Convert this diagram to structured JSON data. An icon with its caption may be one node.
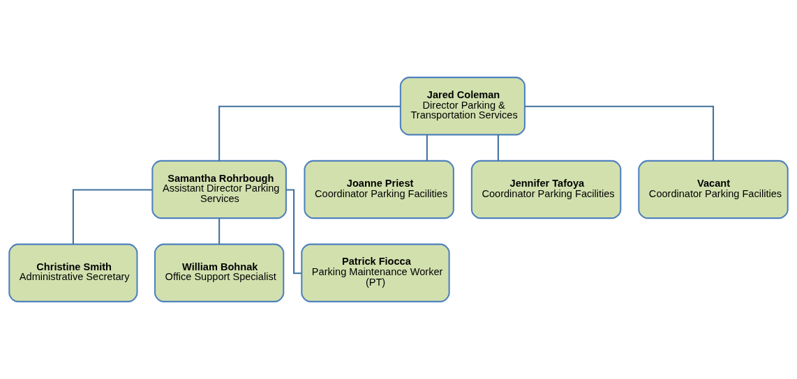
{
  "diagram": {
    "nodes": [
      {
        "text": [
          "Jared Coleman",
          "Director Parking & Transportation Services"
        ]
      },
      {
        "text": [
          "Samantha Rohrbough",
          "Assistant Director Parking Services"
        ]
      },
      {
        "text": [
          "Joanne Priest",
          "Coordinator Parking Facilities"
        ]
      },
      {
        "text": [
          "Jennifer Tafoya",
          "Coordinator Parking Facilities"
        ]
      },
      {
        "text": [
          "Vacant",
          "Coordinator Parking Facilities"
        ]
      },
      {
        "text": [
          "Christine Smith",
          "Administrative Secretary"
        ]
      },
      {
        "text": [
          "William Bohnak",
          "Office Support Specialist"
        ]
      },
      {
        "text": [
          "Patrick Fiocca",
          "Parking Maintenance Worker (PT)"
        ]
      }
    ],
    "edges": [
      {
        "from": 0,
        "to": 1,
        "arrow": "none"
      },
      {
        "from": 0,
        "to": 2,
        "arrow": "none"
      },
      {
        "from": 0,
        "to": 3,
        "arrow": "none"
      },
      {
        "from": 0,
        "to": 4,
        "arrow": "none"
      },
      {
        "from": 1,
        "to": 5,
        "arrow": "none"
      },
      {
        "from": 1,
        "to": 6,
        "arrow": "none"
      },
      {
        "from": 1,
        "to": 7,
        "arrow": "none"
      }
    ]
  }
}
